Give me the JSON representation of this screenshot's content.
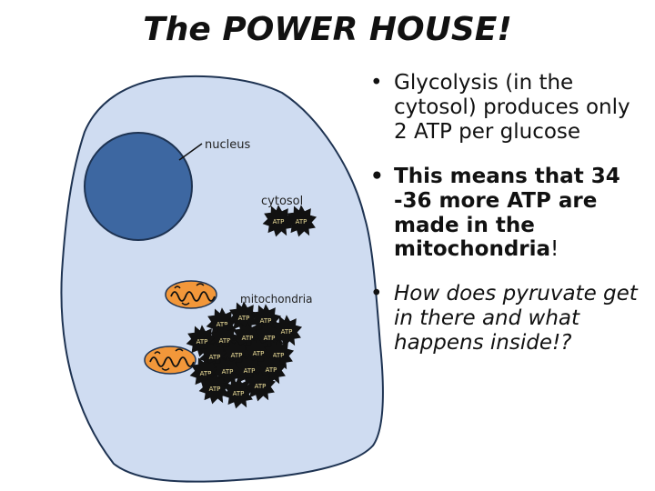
{
  "title": "The POWER HOUSE!",
  "labels": {
    "nucleus": "nucleus",
    "cytosol": "cytosol",
    "mitochondria": "mitochondria",
    "atp": "ATP"
  },
  "bullets": {
    "glycolysis": "Glycolysis (in the cytosol) produces only 2 ATP per glucose",
    "means_bold": "This means that 34 -36 more ATP are made in the mitochondria",
    "means_end": "!",
    "question": "How does pyruvate get in there and what happens inside!?"
  },
  "colors": {
    "cell_fill": "#cfdcf1",
    "nucleus_fill": "#3d67a1",
    "mito_fill": "#f2973a",
    "atp_fill": "#111111"
  },
  "counts": {
    "atp_in_cytosol": 2
  }
}
